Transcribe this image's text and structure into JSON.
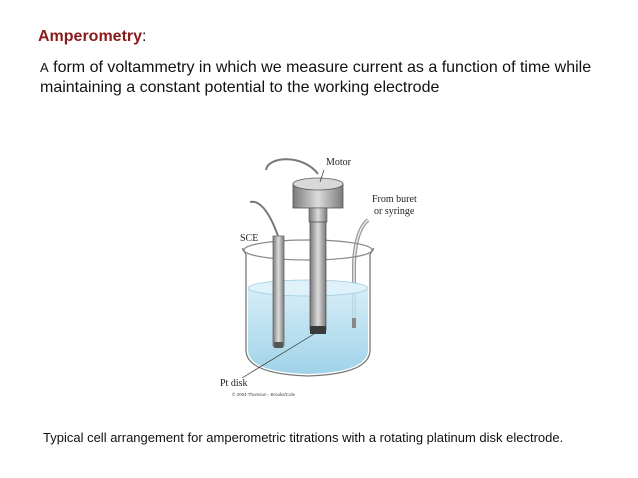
{
  "slide": {
    "title": "Amperometry",
    "title_suffix": ":",
    "intro_first": "A",
    "intro_rest": " form of voltammetry in which we measure current as a function of time while maintaining a constant potential to the working electrode",
    "caption": "Typical cell arrangement for amperometric titrations with a rotating platinum disk electrode."
  },
  "diagram": {
    "labels": {
      "motor": "Motor",
      "buret_line1": "From buret",
      "buret_line2": "or syringe",
      "sce": "SCE",
      "pt_disk": "Pt disk",
      "copyright": "© 2004 Thomson - Brooks/Cole"
    }
  },
  "colors": {
    "title": "#8b1a1a",
    "solution": "#a9d8ec",
    "metal": "#9a9a9a"
  }
}
